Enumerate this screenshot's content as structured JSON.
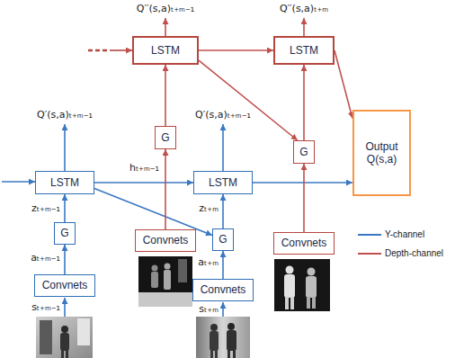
{
  "diagram": {
    "nodes": [
      {
        "text": [
          "LSTM"
        ]
      },
      {
        "text": [
          "LSTM"
        ]
      },
      {
        "text": [
          "Output Q(s,a)"
        ]
      },
      {
        "text": [
          "G"
        ]
      },
      {
        "text": [
          "G"
        ]
      },
      {
        "text": [
          "LSTM"
        ]
      },
      {
        "text": [
          "LSTM"
        ]
      },
      {
        "text": [
          "G"
        ]
      },
      {
        "text": [
          "Convnets"
        ]
      },
      {
        "text": [
          "G"
        ]
      },
      {
        "text": [
          "Convnets"
        ]
      },
      {
        "text": [
          "Convnets"
        ]
      },
      {
        "text": [
          "Convnets"
        ]
      }
    ],
    "edges": [
      {
        "from": 11,
        "to": 7,
        "arrow": "to"
      },
      {
        "from": 7,
        "to": 5,
        "arrow": "to"
      },
      {
        "from": 5,
        "to": 6,
        "arrow": "to"
      },
      {
        "from": 5,
        "to": 9,
        "arrow": "to"
      },
      {
        "from": 12,
        "to": 9,
        "arrow": "to"
      },
      {
        "from": 9,
        "to": 6,
        "arrow": "to"
      },
      {
        "from": 6,
        "to": 2,
        "arrow": "to"
      },
      {
        "from": 8,
        "to": 3,
        "arrow": "to"
      },
      {
        "from": 3,
        "to": 0,
        "arrow": "to"
      },
      {
        "from": 0,
        "to": 1,
        "arrow": "to"
      },
      {
        "from": 0,
        "to": 4,
        "arrow": "to"
      },
      {
        "from": 10,
        "to": 4,
        "arrow": "to"
      },
      {
        "from": 4,
        "to": 1,
        "arrow": "to"
      },
      {
        "from": 1,
        "to": 2,
        "arrow": "to"
      }
    ],
    "labels": [
      "Q′′(s,a)ₜ₊ₘ₋₁",
      "Q′′(s,a)ₜ₊ₘ",
      "Q′(s,a)ₜ₊ₘ₋₁",
      "Q′(s,a)ₜ₊ₘ₋₁",
      "hₜ₊ₘ₋₁",
      "zₜ₊ₘ₋₁",
      "zₜ₊ₘ",
      "aₜ₊ₘ₋₁",
      "aₜ₊ₘ",
      "sₜ₊ₘ₋₁",
      "sₜ₊ₘ"
    ],
    "legend": [
      {
        "text": "Y-channel"
      },
      {
        "text": "Depth-channel"
      }
    ]
  }
}
